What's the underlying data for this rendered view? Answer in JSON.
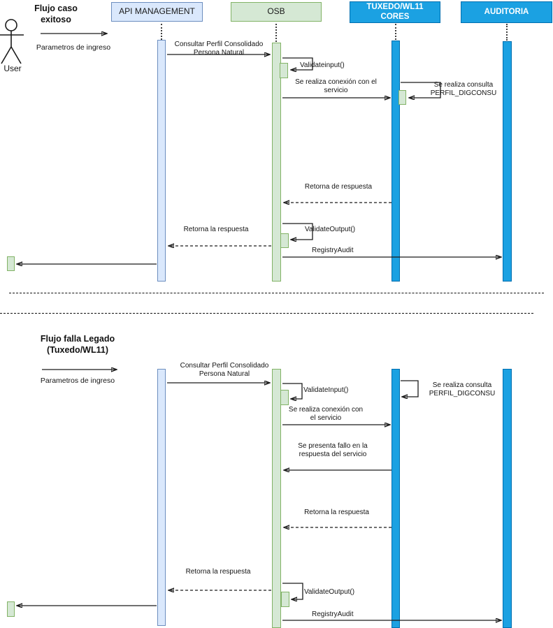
{
  "titles": {
    "flow1": "Flujo caso\nexitoso",
    "flow2": "Flujo falla Legado\n(Tuxedo/WL11)"
  },
  "actor": {
    "label": "User"
  },
  "lifelines": {
    "api": "API MANAGEMENT",
    "osb": "OSB",
    "tuxedo": "TUXEDO/WL11\nCORES",
    "auditoria": "AUDITORIA"
  },
  "colors": {
    "api_fill": "#dae8fc",
    "api_border": "#6c8ebf",
    "osb_fill": "#d5e8d4",
    "osb_border": "#82b366",
    "core_fill": "#1ba1e2",
    "core_border": "#006eaf"
  },
  "flow1": {
    "ingress": "Parametros de ingreso",
    "consultar": "Consultar Perfil Consolidado\nPersona Natural",
    "validate_input": "Validateinput()",
    "conexion": "Se realiza conexión con el\nservicio",
    "consulta": "Se realiza consulta\nPERFIL_DIGCONSU",
    "retorna_de_respuesta": "Retorna de respuesta",
    "validate_output": "ValidateOutput()",
    "retorna_la_respuesta": "Retorna la respuesta",
    "registry_audit": "RegistryAudit"
  },
  "flow2": {
    "ingress": "Parametros de ingreso",
    "consultar": "Consultar Perfil Consolidado\nPersona Natural",
    "validate_input": "ValidateInput()",
    "consulta": "Se realiza consulta\nPERFIL_DIGCONSU",
    "conexion": "Se realiza conexión con\nel servicio",
    "fallo": "Se presenta fallo en la\nrespuesta del servicio",
    "retorna_tuxedo": "Retorna la respuesta",
    "retorna_api": "Retorna la respuesta",
    "validate_output": "ValidateOutput()",
    "registry_audit": "RegistryAudit"
  }
}
